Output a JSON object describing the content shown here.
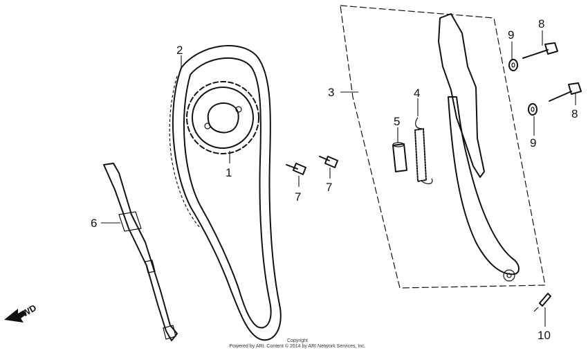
{
  "diagram": {
    "fwd_label": "FWD",
    "copyright_line1": "Copyright",
    "copyright_line2": "Powered by ARI. Content © 2014 by ARI Network Services, Inc.",
    "callouts": {
      "c1": "1",
      "c2": "2",
      "c3": "3",
      "c4": "4",
      "c5": "5",
      "c6": "6",
      "c7a": "7",
      "c7b": "7",
      "c8a": "8",
      "c8b": "8",
      "c9a": "9",
      "c9b": "9",
      "c10": "10"
    }
  }
}
